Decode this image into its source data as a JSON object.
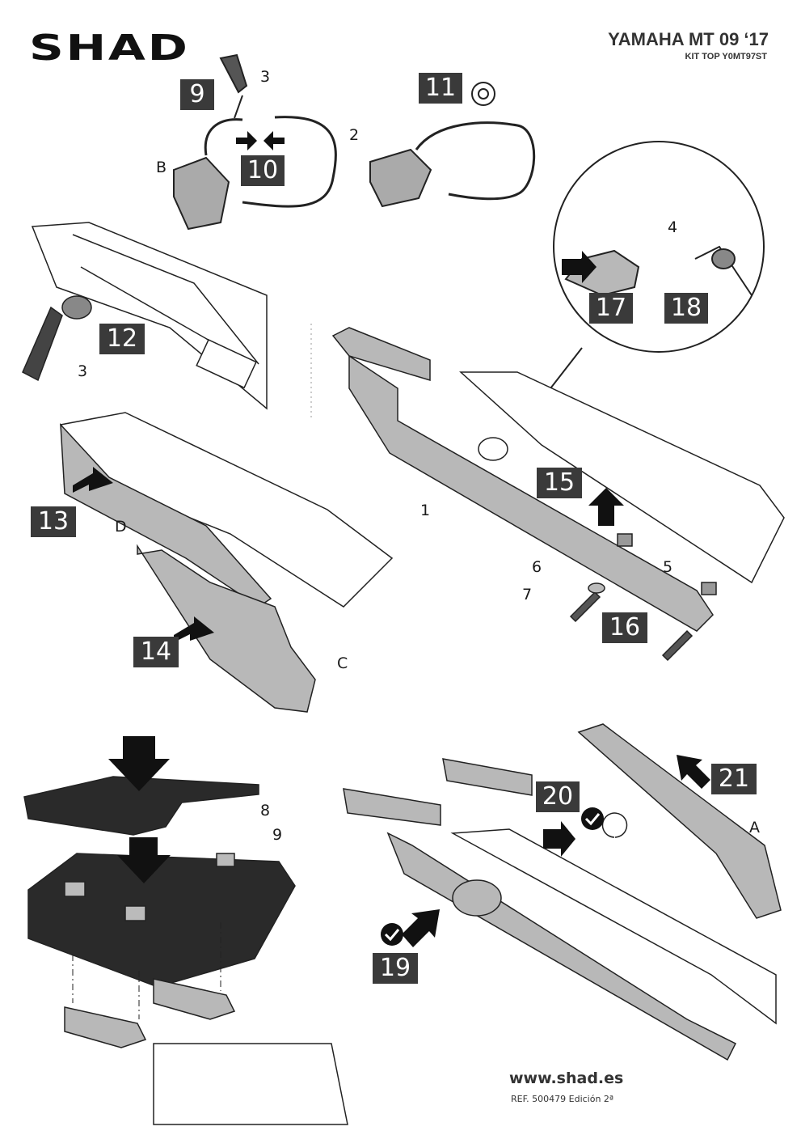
{
  "header": {
    "brand": "SHAD",
    "model": "YAMAHA MT 09 ‘17",
    "kit": "KIT TOP Y0MT97ST"
  },
  "steps": [
    "9",
    "10",
    "11",
    "12",
    "13",
    "14",
    "15",
    "16",
    "17",
    "18",
    "19",
    "20",
    "21"
  ],
  "part_labels": {
    "p1": "1",
    "p2": "2",
    "p3a": "3",
    "p3b": "3",
    "p4": "4",
    "p5": "5",
    "p6": "6",
    "p7": "7",
    "p8": "8",
    "p9": "9",
    "A": "A",
    "B": "B",
    "C": "C",
    "D": "D"
  },
  "footer": {
    "url": "www.shad.es",
    "ref": "REF. 500479 Edición 2ª"
  },
  "colors": {
    "step_badge": "#3a3a3a",
    "ink": "#1a1a1a",
    "part_fill": "#b8b8b8",
    "part_dark": "#2a2a2a"
  }
}
